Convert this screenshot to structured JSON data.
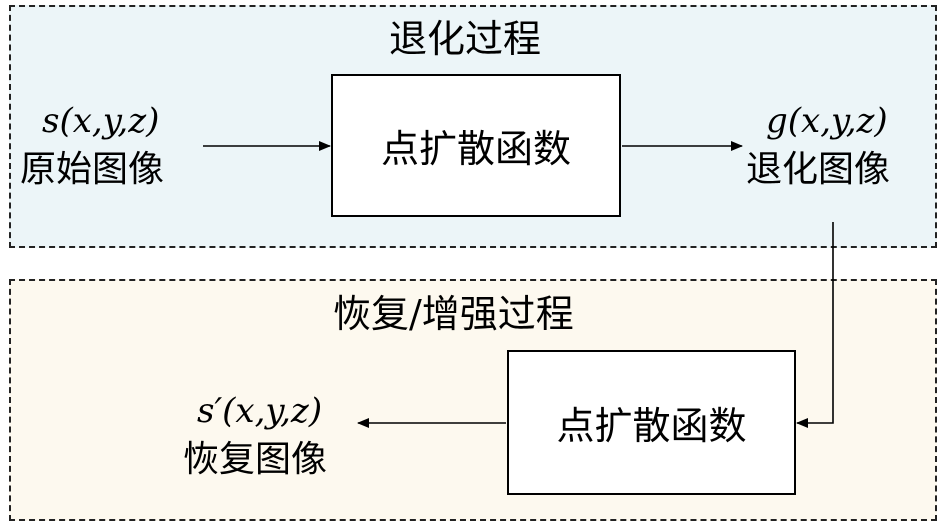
{
  "top_panel": {
    "title": "退化过程",
    "process_box": "点扩散函数",
    "input_math": "s(x,y,z)",
    "input_label": "原始图像",
    "output_math": "g(x,y,z)",
    "output_label": "退化图像"
  },
  "bottom_panel": {
    "title": "恢复/增强过程",
    "process_box": "点扩散函数",
    "output_math": "s′(x,y,z)",
    "output_label": "恢复图像"
  },
  "colors": {
    "top_panel_bg": "#ecf5f8",
    "bottom_panel_bg": "#fdf9ef"
  }
}
